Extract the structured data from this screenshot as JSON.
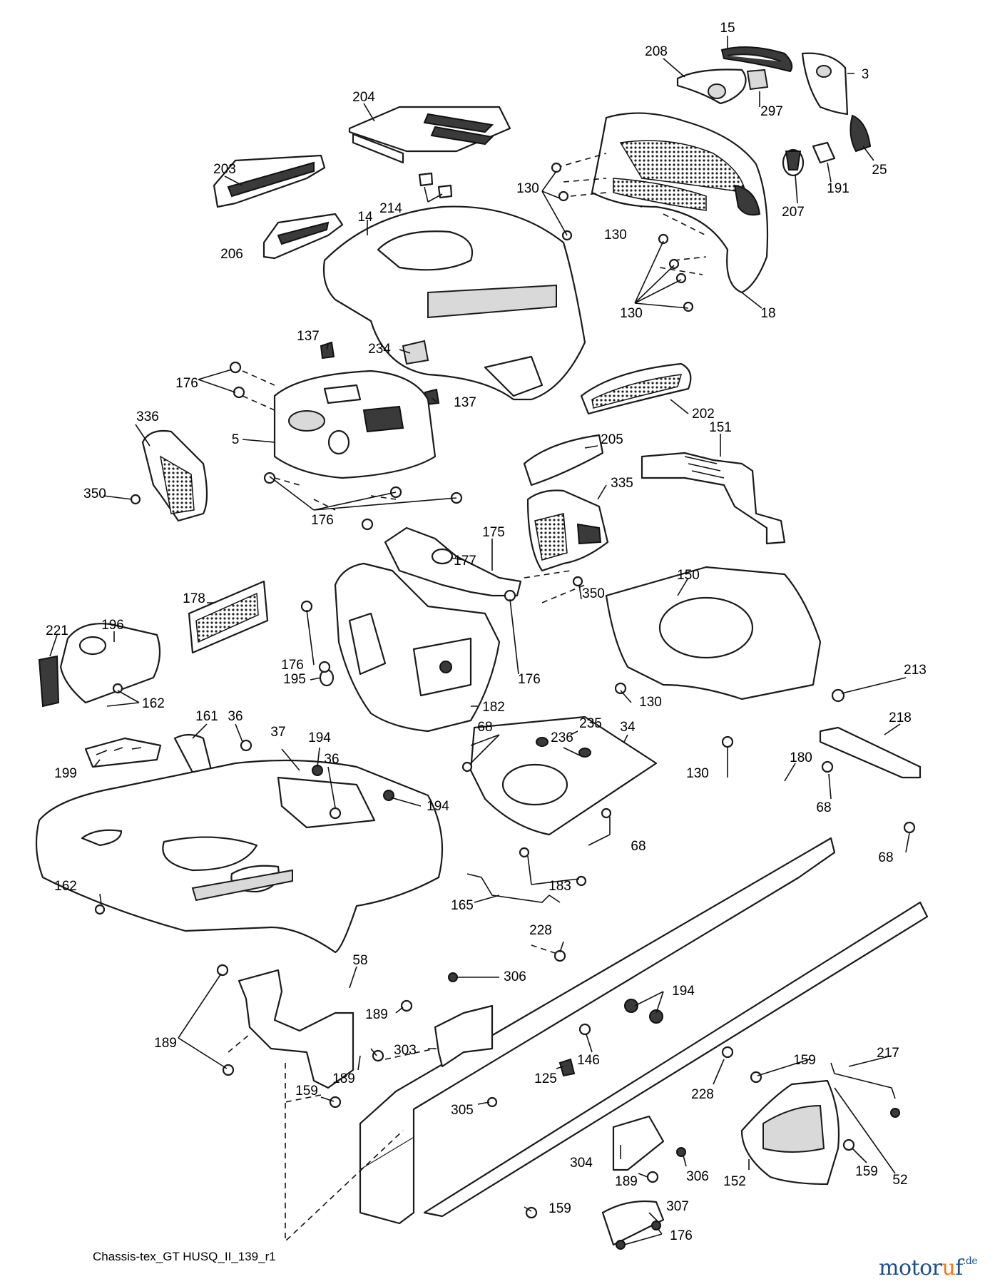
{
  "caption": "Chassis-tex_GT HUSQ_II_139_r1",
  "brand": {
    "name_prefix": "motor",
    "name_accent": "u",
    "name_suffix": "f",
    "tld": ".de",
    "accent_color": "#f07a1a",
    "text_color": "#1c4f8f"
  },
  "callouts": [
    {
      "label": "15"
    },
    {
      "label": "208"
    },
    {
      "label": "3"
    },
    {
      "label": "297"
    },
    {
      "label": "204"
    },
    {
      "label": "25"
    },
    {
      "label": "191"
    },
    {
      "label": "207"
    },
    {
      "label": "203"
    },
    {
      "label": "130"
    },
    {
      "label": "214"
    },
    {
      "label": "14"
    },
    {
      "label": "130"
    },
    {
      "label": "206"
    },
    {
      "label": "130"
    },
    {
      "label": "18"
    },
    {
      "label": "137"
    },
    {
      "label": "234"
    },
    {
      "label": "176"
    },
    {
      "label": "137"
    },
    {
      "label": "202"
    },
    {
      "label": "336"
    },
    {
      "label": "5"
    },
    {
      "label": "151"
    },
    {
      "label": "205"
    },
    {
      "label": "350"
    },
    {
      "label": "335"
    },
    {
      "label": "176"
    },
    {
      "label": "175"
    },
    {
      "label": "177"
    },
    {
      "label": "350"
    },
    {
      "label": "150"
    },
    {
      "label": "178"
    },
    {
      "label": "221"
    },
    {
      "label": "196"
    },
    {
      "label": "195"
    },
    {
      "label": "176"
    },
    {
      "label": "176"
    },
    {
      "label": "130"
    },
    {
      "label": "213"
    },
    {
      "label": "162"
    },
    {
      "label": "182"
    },
    {
      "label": "161"
    },
    {
      "label": "36"
    },
    {
      "label": "37"
    },
    {
      "label": "194"
    },
    {
      "label": "36"
    },
    {
      "label": "68"
    },
    {
      "label": "235"
    },
    {
      "label": "236"
    },
    {
      "label": "34"
    },
    {
      "label": "218"
    },
    {
      "label": "130"
    },
    {
      "label": "199"
    },
    {
      "label": "194"
    },
    {
      "label": "68"
    },
    {
      "label": "68"
    },
    {
      "label": "68"
    },
    {
      "label": "180"
    },
    {
      "label": "162"
    },
    {
      "label": "183"
    },
    {
      "label": "165"
    },
    {
      "label": "228"
    },
    {
      "label": "58"
    },
    {
      "label": "306"
    },
    {
      "label": "194"
    },
    {
      "label": "189"
    },
    {
      "label": "189"
    },
    {
      "label": "303"
    },
    {
      "label": "146"
    },
    {
      "label": "159"
    },
    {
      "label": "217"
    },
    {
      "label": "125"
    },
    {
      "label": "189"
    },
    {
      "label": "228"
    },
    {
      "label": "159"
    },
    {
      "label": "305"
    },
    {
      "label": "52"
    },
    {
      "label": "304"
    },
    {
      "label": "306"
    },
    {
      "label": "152"
    },
    {
      "label": "159"
    },
    {
      "label": "189"
    },
    {
      "label": "159"
    },
    {
      "label": "307"
    },
    {
      "label": "176"
    }
  ]
}
